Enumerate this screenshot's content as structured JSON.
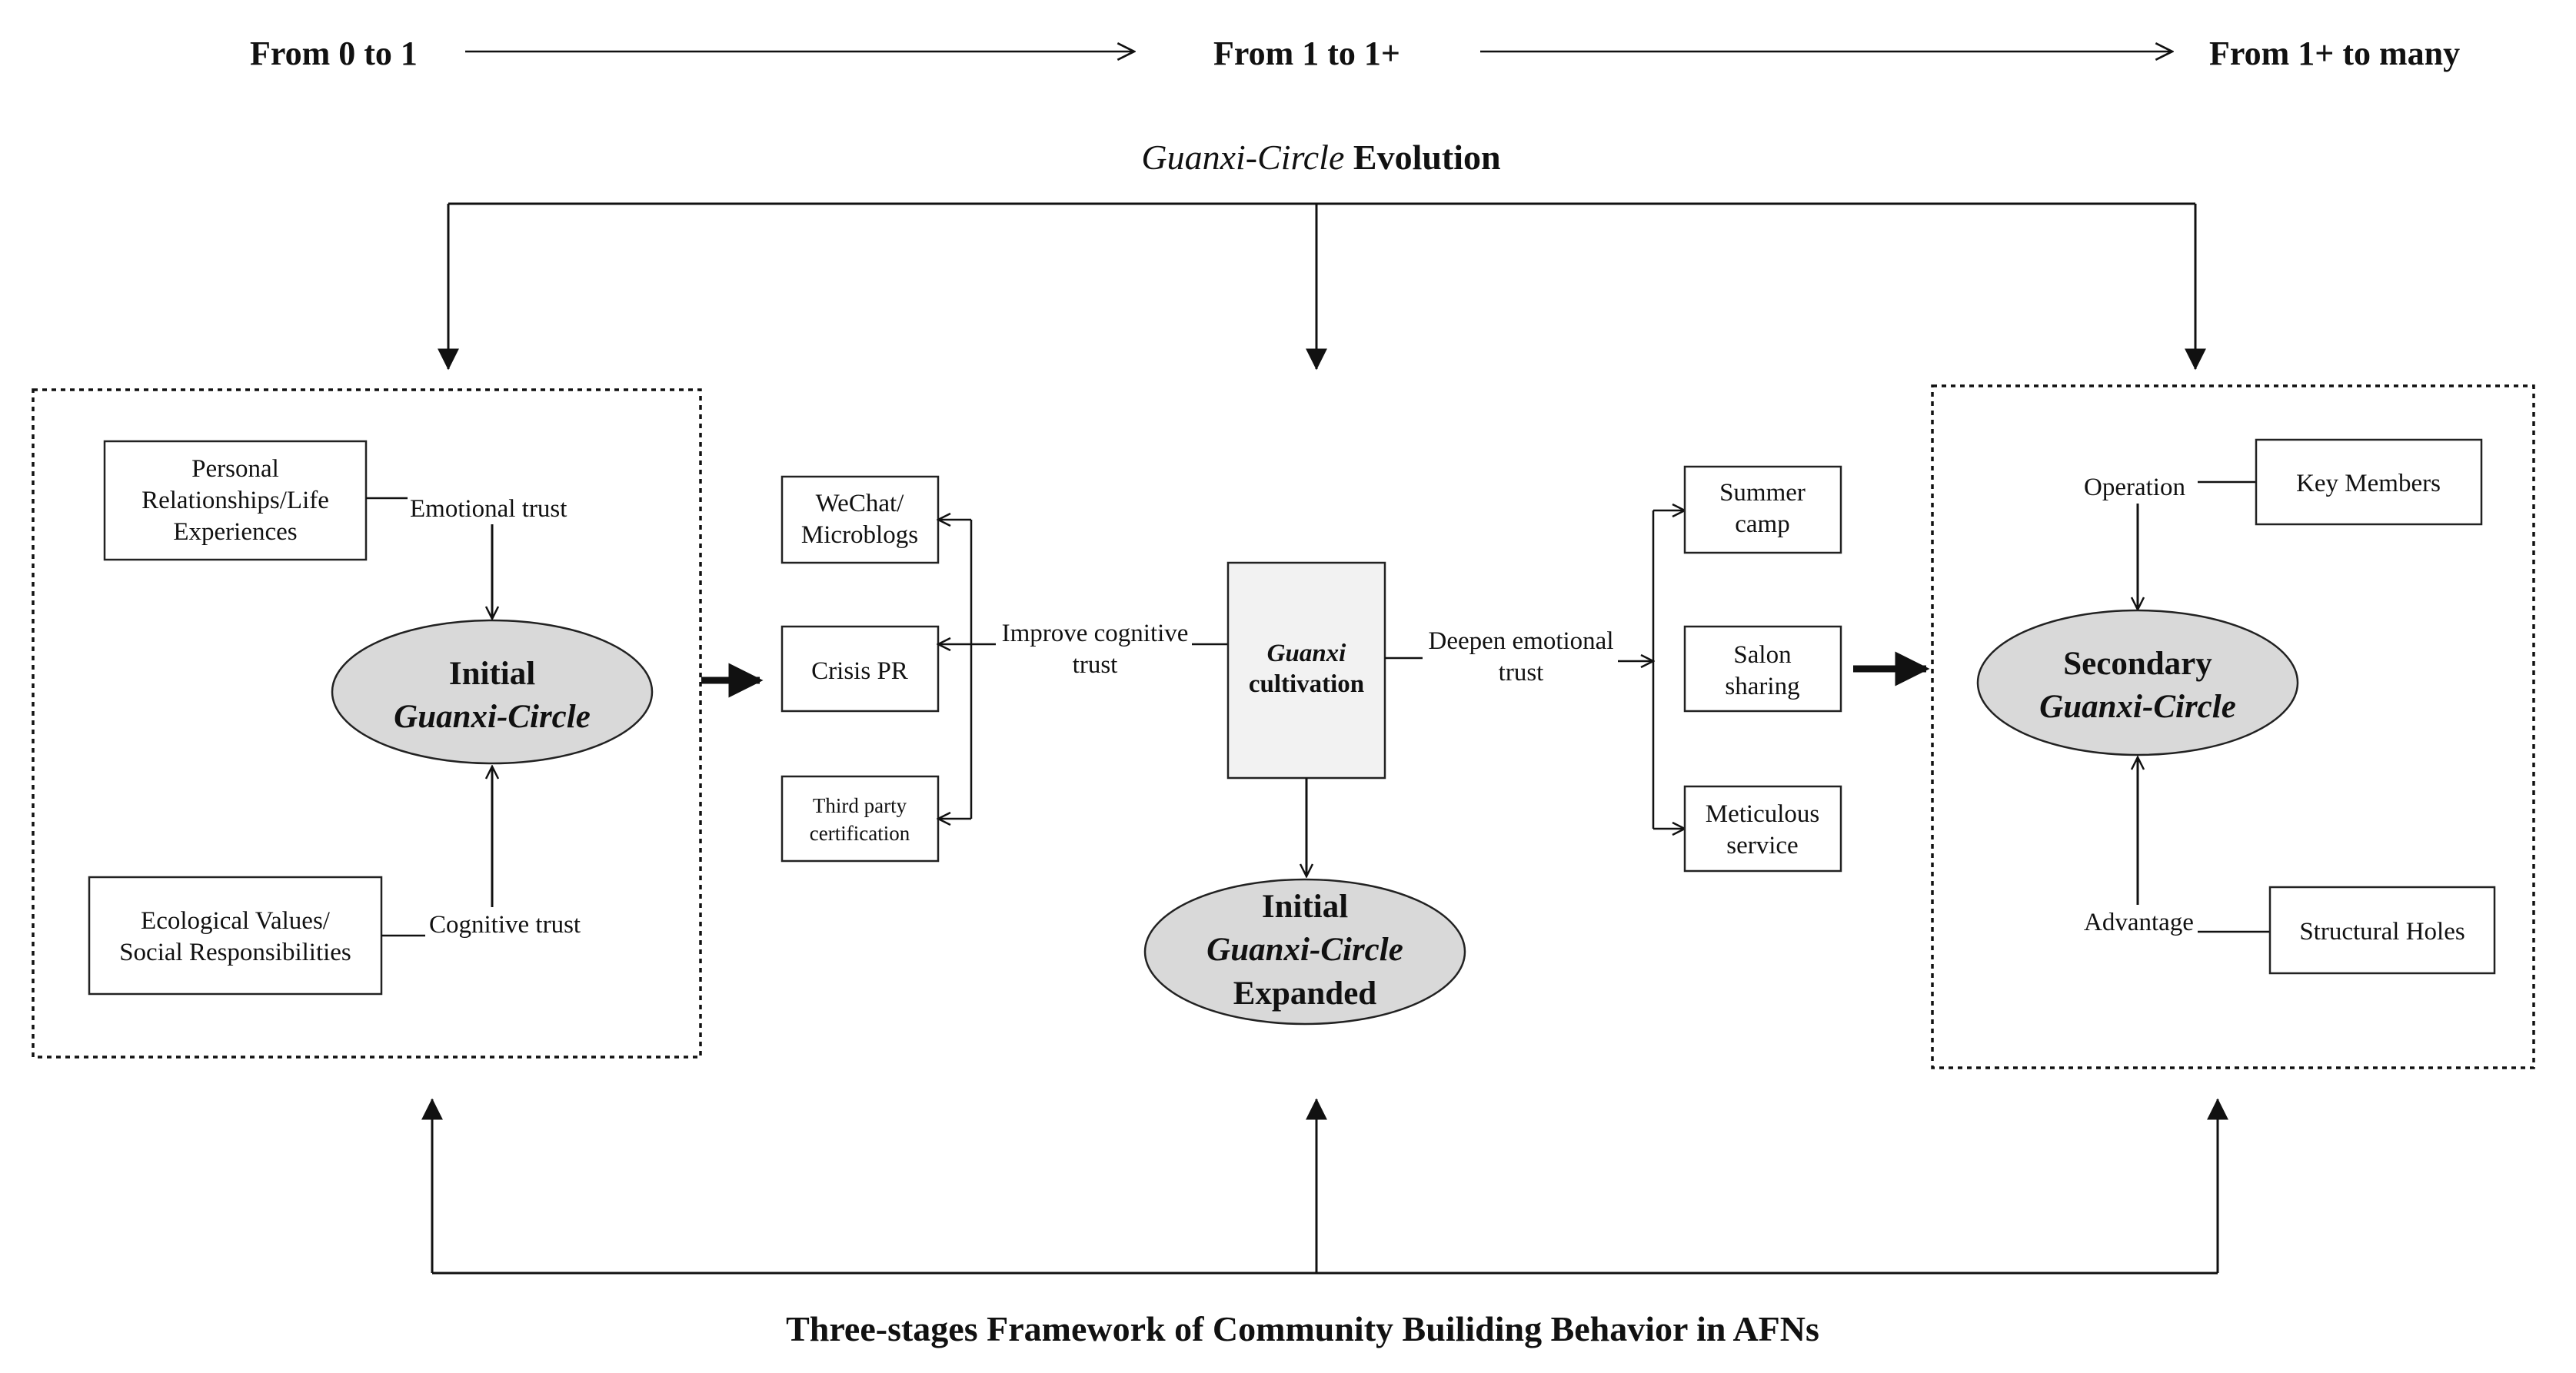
{
  "stages": {
    "stage1": "From 0 to 1",
    "stage2": "From 1 to 1+",
    "stage3": "From 1+ to many"
  },
  "evolution": {
    "italic": "Guanxi-Circle",
    "rest": " Evolution"
  },
  "left_panel": {
    "personal_line1": "Personal",
    "personal_line2": "Relationships/Life",
    "personal_line3": "Experiences",
    "emotional_trust": "Emotional trust",
    "ecological_line1": "Ecological Values/",
    "ecological_line2": "Social Responsibilities",
    "cognitive_trust": "Cognitive trust",
    "oval_line1": "Initial",
    "oval_line2": "Guanxi-Circle"
  },
  "middle_left": {
    "wechat_line1": "WeChat/",
    "wechat_line2": "Microblogs",
    "crisis": "Crisis PR",
    "third_line1": "Third party",
    "third_line2": "certification",
    "improve_line1": "Improve cognitive",
    "improve_line2": "trust"
  },
  "center": {
    "box_line1": "Guanxi",
    "box_line2": "cultivation",
    "oval_line1": "Initial",
    "oval_line2": "Guanxi-Circle",
    "oval_line3": "Expanded"
  },
  "middle_right": {
    "deepen_line1": "Deepen emotional",
    "deepen_line2": "trust",
    "summer_line1": "Summer",
    "summer_line2": "camp",
    "salon_line1": "Salon",
    "salon_line2": "sharing",
    "meticulous_line1": "Meticulous",
    "meticulous_line2": "service"
  },
  "right_panel": {
    "operation": "Operation",
    "key_members": "Key Members",
    "oval_line1": "Secondary",
    "oval_line2": "Guanxi-Circle",
    "advantage": "Advantage",
    "structural_holes": "Structural Holes"
  },
  "footer": {
    "framework": "Three-stages Framework of Community Builiding Behavior in AFNs"
  }
}
